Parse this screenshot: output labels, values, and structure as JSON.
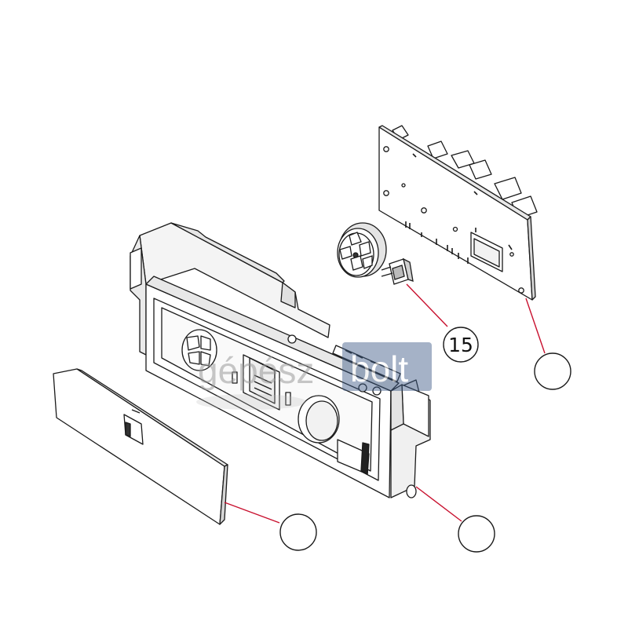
{
  "callouts": [
    {
      "id": "control-board",
      "label": ""
    },
    {
      "id": "pressure-gauge",
      "label": "15"
    },
    {
      "id": "front-panel-cover",
      "label": ""
    },
    {
      "id": "control-panel-housing",
      "label": ""
    }
  ],
  "watermark": {
    "text_left": "gépész",
    "text_right": "bolt"
  },
  "colors": {
    "leader_line": "#c8102e",
    "outline": "#1a1a1a",
    "watermark_bg": "#3d5a86"
  }
}
